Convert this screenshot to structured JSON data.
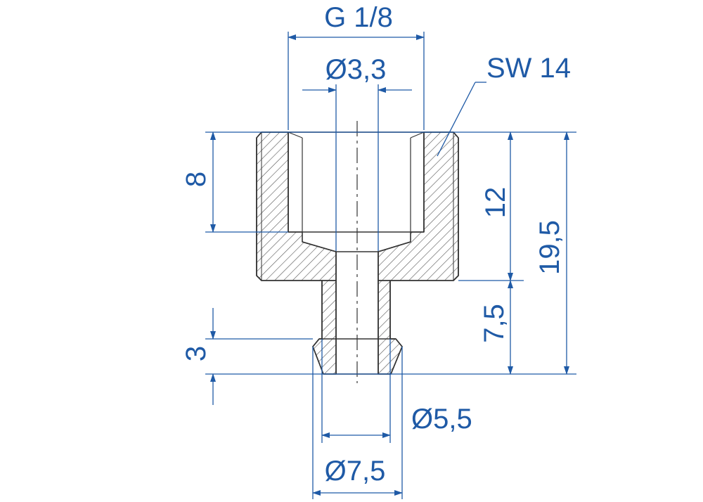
{
  "colors": {
    "dimension": "#1f5aa6",
    "part": "#333333",
    "hatch": "#555555",
    "background": "#ffffff"
  },
  "labels": {
    "thread": "G 1/8",
    "bore_diameter": "Ø3,3",
    "wrench_size": "SW 14",
    "thread_depth": "8",
    "body_height": "12",
    "overall_height": "19,5",
    "stem_length": "7,5",
    "collar_height": "3",
    "stem_diameter": "Ø5,5",
    "collar_diameter": "Ø7,5"
  }
}
